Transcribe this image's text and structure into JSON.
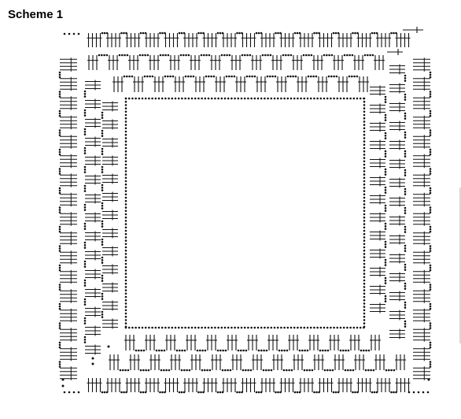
{
  "figure": {
    "title": "Scheme 1"
  },
  "diagram": {
    "type": "crochet-chart",
    "rounds": [
      {
        "index": 1,
        "stitches": [
          "chain",
          "treble",
          "chain"
        ],
        "repeat_stitch": "double-treble-cluster"
      },
      {
        "index": 2,
        "stitches": [
          "chain",
          "treble"
        ],
        "repeat_stitch": "treble-cluster"
      },
      {
        "index": 3,
        "stitches": [
          "chain",
          "treble"
        ],
        "repeat_stitch": "treble-cluster"
      },
      {
        "index": 4,
        "stitches": [
          "chain"
        ],
        "repeat_stitch": "chain-stitch"
      }
    ],
    "colors": {
      "ink": "#111111",
      "paper": "#ffffff",
      "edge": "#d8d8d8"
    },
    "icons": {
      "chain": "dot-icon",
      "treble": "crossed-stem-icon",
      "turn": "arrow-icon"
    }
  }
}
